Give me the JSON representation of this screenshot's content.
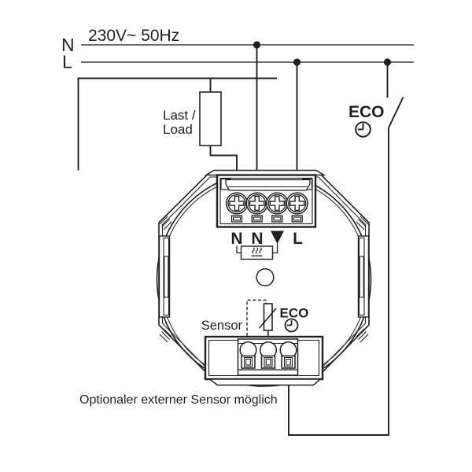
{
  "supply": {
    "label": "230V~ 50Hz",
    "neutral": "N",
    "line": "L"
  },
  "load": {
    "line1": "Last /",
    "line2": "Load"
  },
  "eco_switch": {
    "label": "ECO",
    "icon": "clock-icon"
  },
  "device": {
    "terminal_n1": "N",
    "terminal_n2": "N",
    "terminal_arrow_icon": "switched-live-arrow",
    "terminal_l": "L",
    "sensor_label": "Sensor",
    "sensor_eco_label": "ECO",
    "sensor_eco_icon": "clock-icon"
  },
  "caption": "Optionaler externer Sensor möglich",
  "colors": {
    "wire": "#231f20",
    "bus_line": "#6d6e71",
    "background": "#ffffff"
  }
}
